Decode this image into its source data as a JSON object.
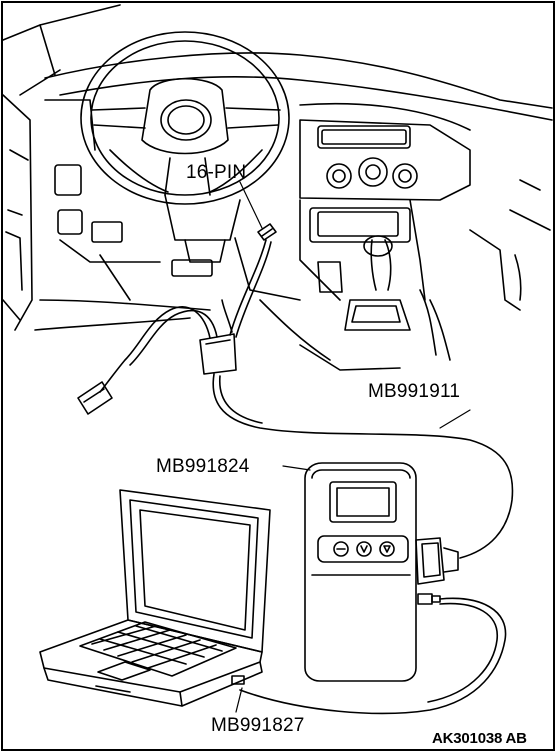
{
  "labels": {
    "connector": "16-PIN",
    "cable": "MB991911",
    "unit": "MB991824",
    "usb_cable": "MB991827",
    "figure_id": "AK301038 AB"
  },
  "colors": {
    "line": "#000000",
    "background": "#ffffff"
  }
}
